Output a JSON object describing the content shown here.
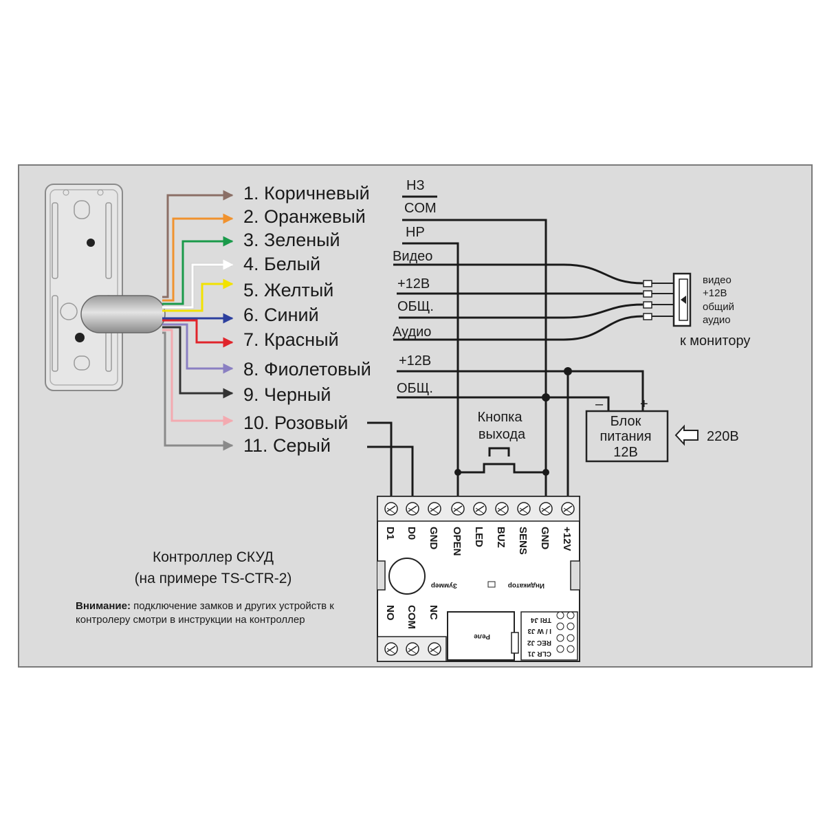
{
  "colors": {
    "panel_bg": "#dcdcdc",
    "panel_border": "#7a7a7a",
    "wire": "#1a1a1a",
    "brown": "#8b6f66",
    "orange": "#f0922e",
    "green": "#1a9a4a",
    "white": "#ffffff",
    "yellow": "#f2e200",
    "blue": "#2c3f9e",
    "red": "#e0242b",
    "violet": "#8a7fc2",
    "black": "#333333",
    "pink": "#f3aab0",
    "gray": "#8a8a8a"
  },
  "wires": [
    {
      "label": "1. Коричневый",
      "color": "brown"
    },
    {
      "label": "2. Оранжевый",
      "color": "orange"
    },
    {
      "label": "3. Зеленый",
      "color": "green"
    },
    {
      "label": "4. Белый",
      "color": "white"
    },
    {
      "label": "5. Желтый",
      "color": "yellow"
    },
    {
      "label": "6. Синий",
      "color": "blue"
    },
    {
      "label": "7. Красный",
      "color": "red"
    },
    {
      "label": "8. Фиолетовый",
      "color": "violet"
    },
    {
      "label": "9. Черный",
      "color": "black"
    },
    {
      "label": "10. Розовый",
      "color": "pink"
    },
    {
      "label": "11. Серый",
      "color": "gray"
    }
  ],
  "signals": [
    "НЗ",
    "COM",
    "НР",
    "Видео",
    "+12В",
    "ОБЩ.",
    "Аудио",
    "+12В",
    "ОБЩ."
  ],
  "monitor": {
    "pins": [
      "видео",
      "+12В",
      "общий",
      "аудио"
    ],
    "caption": "к монитору"
  },
  "power_supply": {
    "lines": [
      "Блок",
      "питания",
      "12В"
    ],
    "minus": "–",
    "plus": "+",
    "input": "220В"
  },
  "exit_button": {
    "lines": [
      "Кнопка",
      "выхода"
    ]
  },
  "controller": {
    "terminals": [
      "D1",
      "D0",
      "GND",
      "OPEN",
      "LED",
      "BUZ",
      "SENS",
      "GND",
      "+12V"
    ],
    "relay_terminals": [
      "NO",
      "COM",
      "NC"
    ],
    "buzzer": "Зуммер",
    "indicator": "Индикатор",
    "relay": "Реле",
    "jumpers": [
      "TRI J4",
      "I / W J3",
      "REC J2",
      "CLR J1"
    ],
    "title": "Контроллер СКУД",
    "subtitle": "(на примере TS-CTR-2)"
  },
  "note": {
    "bold": "Внимание:",
    "text1": " подключение замков и других устройств к",
    "text2": "контролеру смотри в инструкции на контроллер"
  }
}
